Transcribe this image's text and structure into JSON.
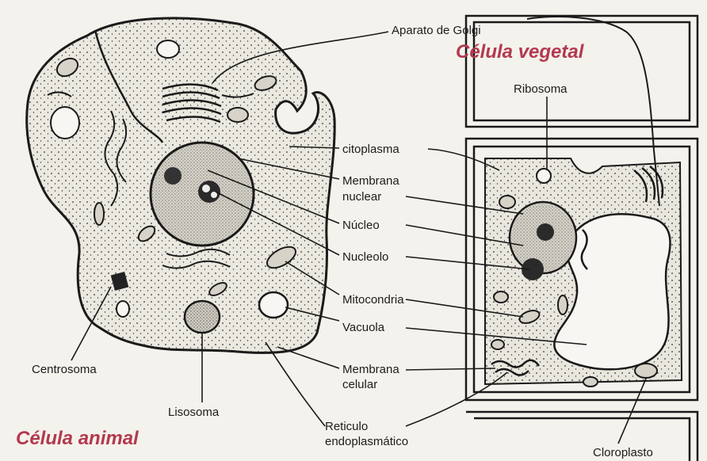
{
  "titles": {
    "animal": "Célula animal",
    "vegetal": "Célula vegetal"
  },
  "labels": {
    "golgi": "Aparato de Golgi",
    "ribosoma": "Ribosoma",
    "citoplasma": "citoplasma",
    "membrana_nuclear_1": "Membrana",
    "membrana_nuclear_2": "nuclear",
    "nucleo": "Núcleo",
    "nucleolo": "Nucleolo",
    "mitocondria": "Mitocondria",
    "vacuola": "Vacuola",
    "membrana_celular_1": "Membrana",
    "membrana_celular_2": "celular",
    "centrosoma": "Centrosoma",
    "lisosoma": "Lisosoma",
    "reticulo_1": "Reticulo",
    "reticulo_2": "endoplasmático",
    "cloroplasto": "Cloroplasto"
  },
  "colors": {
    "title": "#b3394f",
    "ink": "#1c1c1c",
    "paper": "#f4f2ec",
    "cytoplasm": "#e9e6de"
  }
}
